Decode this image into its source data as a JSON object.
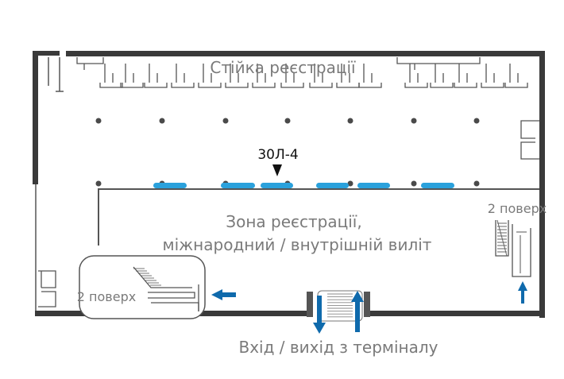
{
  "map": {
    "labels": {
      "checkin_counter": "Стійка реєстрації",
      "marker": "30Л-4",
      "zone_line1": "Зона реєстрації,",
      "zone_line2": "міжнародний / внутрішній виліт",
      "floor2_right": "2 поверх",
      "floor2_left": "2 поверх",
      "entrance": "Вхід / вихід з терміналу"
    },
    "colors": {
      "wall": "#3a3a3a",
      "line": "#555555",
      "text": "#7a7a7a",
      "accent": "#0f6aac",
      "highlight": "#2aa1dc",
      "background": "#ffffff"
    },
    "icons": [
      "pillar-icon",
      "counter-desk-icon",
      "stairs-icon",
      "escalator-icon",
      "door-icon",
      "arrow-icon",
      "pointer-triangle-icon"
    ]
  }
}
